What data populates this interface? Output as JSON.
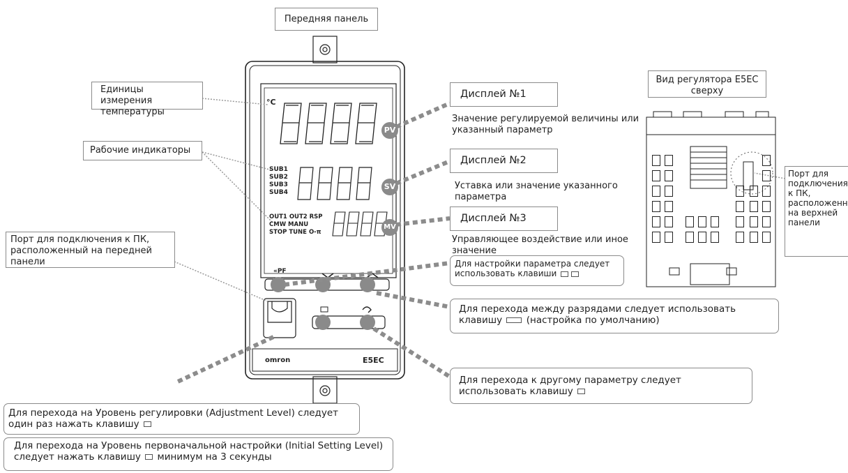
{
  "front_panel_title": "Передняя панель",
  "top_view_title": "Вид регулятора E5EC сверху",
  "temp_units_label": "Единицы измерения температуры",
  "operation_indicators_label": "Рабочие индикаторы",
  "front_port_label": "Порт для подключения к ПК, расположенный на передней панели",
  "top_port_label": "Порт для подключения к ПК, расположенный на верхней панели",
  "display1": {
    "title": "Дисплей №1",
    "desc": "Значение регулируемой величины или указанный параметр"
  },
  "display2": {
    "title": "Дисплей №2",
    "desc": "Уставка или значение указанного параметра"
  },
  "display3": {
    "title": "Дисплей №3",
    "desc": "Управляющее воздействие или иное значение"
  },
  "param_keys_note": "Для настройки параметра следует использовать клавиши",
  "digit_shift_note": {
    "text": "Для перехода между разрядами следует использовать клавишу",
    "suffix": "(настройка по умолчанию)"
  },
  "next_param_note": "Для перехода к другому параметру следует использовать клавишу",
  "adjustment_level_note": "Для перехода на Уровень регулировки (Adjustment Level) следует один раз нажать клавишу",
  "initial_setting_note": {
    "text": "Для перехода на Уровень первоначальной настройки (Initial Setting Level) следует нажать клавишу",
    "suffix": "минимум на 3 секунды"
  },
  "device": {
    "brand": "omron",
    "model": "E5EC",
    "pv_badge": "PV",
    "sv_badge": "SV",
    "mv_badge": "MV",
    "temp_unit": "°C",
    "sub_indicators": [
      "SUB1",
      "SUB2",
      "SUB3",
      "SUB4"
    ],
    "status_indicators": [
      "OUT1",
      "OUT2",
      "RSP",
      "CMW",
      "MANU",
      "STOP",
      "TUNE"
    ],
    "key_icon_pf": "PF",
    "top_view_digit": "8"
  },
  "colors": {
    "leader_dashed": "#8c8c8c",
    "badge_fill": "#8a8a8a",
    "outline": "#222222"
  }
}
